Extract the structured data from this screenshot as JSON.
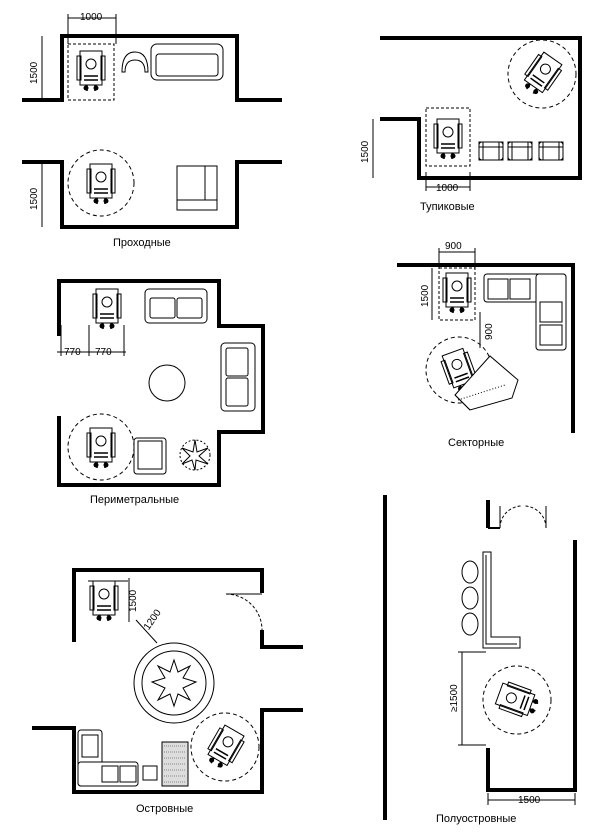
{
  "labels": {
    "prohodnye": "Проходные",
    "tupikovye": "Тупиковые",
    "perimetralnye": "Периметральные",
    "sektornye": "Секторные",
    "ostrovnye": "Островные",
    "poluostrovnye": "Полуостровные"
  },
  "dims": {
    "d1000_top": "1000",
    "d1500_a": "1500",
    "d1500_b": "1500",
    "d1500_tup": "1500",
    "d1000_tup": "1000",
    "d770_a": "770",
    "d770_b": "770",
    "d900_top": "900",
    "d1500_sek": "1500",
    "d900_side": "900",
    "d1500_ost": "1500",
    "d1200_ost": "1200",
    "d1500_pol_v": "≥1500",
    "d1500_pol_h": "1500"
  },
  "colors": {
    "wall": "#000000",
    "line": "#000000",
    "background": "#ffffff"
  }
}
